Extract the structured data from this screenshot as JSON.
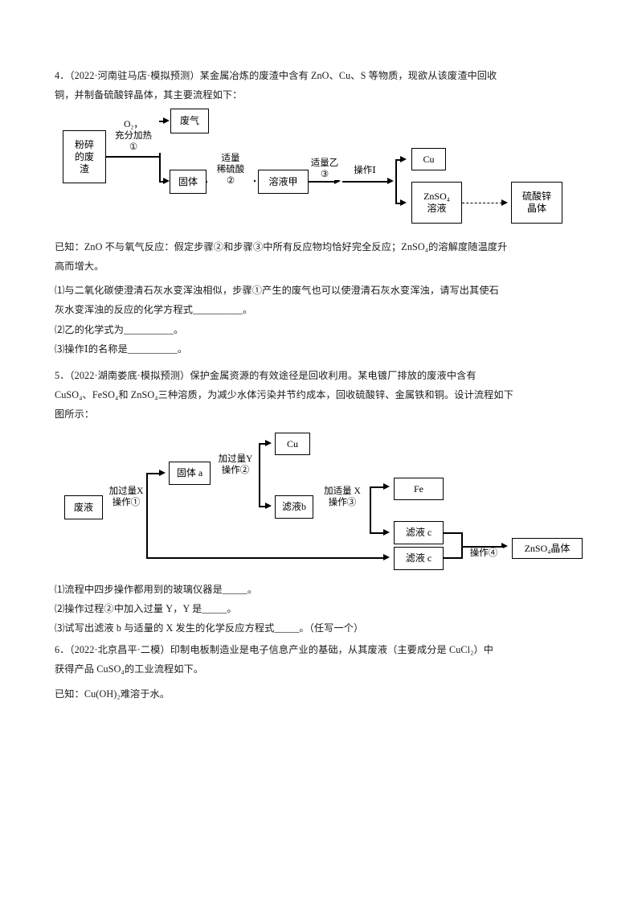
{
  "document": {
    "questions": [
      {
        "id": "q4",
        "stem_line1": "4．（2022·河南驻马店·模拟预测）某金属冶炼的废渣中含有 ZnO、Cu、S 等物质，现欲从该废渣中回收",
        "stem_line2": "铜，并制备硫酸锌晶体，其主要流程如下：",
        "known_line1": "已知：ZnO 不与氧气反应：假定步骤②和步骤③中所有反应物均恰好完全反应；ZnSO₄的溶解度随温度升",
        "known_line2": "高而增大。",
        "sub_q1_line1": "⑴与二氧化碳使澄清石灰水变浑浊相似，步骤①产生的废气也可以使澄清石灰水变浑浊，请写出其使石",
        "sub_q1_line2": "灰水变浑浊的反应的化学方程式__________。",
        "sub_q2": "⑵乙的化学式为__________。",
        "sub_q3": "⑶操作Ⅰ的名称是__________。"
      },
      {
        "id": "q5",
        "stem_line1": "5．（2022·湖南娄底·模拟预测）保护金属资源的有效途径是回收利用。某电镀厂排放的废液中含有",
        "stem_line2": "CuSO₄、FeSO₄和 ZnSO₄三种溶质，为减少水体污染并节约成本，回收硫酸锌、金属铁和铜。设计流程如下",
        "stem_line3": "图所示：",
        "sub_q1": "⑴流程中四步操作都用到的玻璃仪器是_____。",
        "sub_q2": "⑵操作过程②中加入过量 Y，Y 是_____。",
        "sub_q3": "⑶试写出滤液 b 与适量的 X 发生的化学反应方程式_____。（任写一个）"
      },
      {
        "id": "q6",
        "stem_line1": "6．（2022·北京昌平·二模）印制电板制造业是电子信息产业的基础，从其废液（主要成分是 CuCl₂）中",
        "stem_line2": "获得产品 CuSO₄的工业流程如下。",
        "known_line1": "已知：Cu(OH)₂难溶于水。"
      }
    ]
  },
  "diagram1": {
    "boxes": {
      "raw_waste": {
        "line1": "粉碎",
        "line2": "的废",
        "line3": "渣"
      },
      "waste_gas": {
        "line1": "废气"
      },
      "solid": {
        "line1": "固体"
      },
      "solution_jia": {
        "line1": "溶液甲"
      },
      "cu": {
        "line1": "Cu"
      },
      "znso4_solution": {
        "line1": "ZnSO₄",
        "line2": "溶液"
      },
      "zinc_sulfate_crystal": {
        "line1": "硫酸锌",
        "line2": "晶体"
      }
    },
    "labels": {
      "step1": {
        "line1": "O₂，",
        "line2": "充分加热",
        "line3": "①"
      },
      "step2": {
        "line1": "适量",
        "line2": "稀硫酸",
        "line3": "②"
      },
      "step3": {
        "line1": "适量乙",
        "line2": "③"
      },
      "operation1": {
        "line1": "操作Ⅰ"
      }
    }
  },
  "diagram2": {
    "boxes": {
      "waste_liquid": {
        "line1": "废液"
      },
      "solid_a": {
        "line1": "固体 a"
      },
      "cu": {
        "line1": "Cu"
      },
      "filtrate_b": {
        "line1": "滤液b"
      },
      "fe": {
        "line1": "Fe"
      },
      "filtrate_c_upper": {
        "line1": "滤液 c"
      },
      "filtrate_c_lower": {
        "line1": "滤液 c"
      },
      "znso4_crystal": {
        "line1": "ZnSO₄晶体"
      }
    },
    "labels": {
      "op1": {
        "line1": "加过量X",
        "line2": "操作①"
      },
      "op2": {
        "line1": "加过量Y",
        "line2": "操作②"
      },
      "op3": {
        "line1": "加适量 X",
        "line2": "操作③"
      },
      "op4": {
        "line1": "操作④"
      }
    }
  },
  "colors": {
    "text": "#1a1a1a",
    "line": "#000000",
    "background": "#ffffff"
  }
}
